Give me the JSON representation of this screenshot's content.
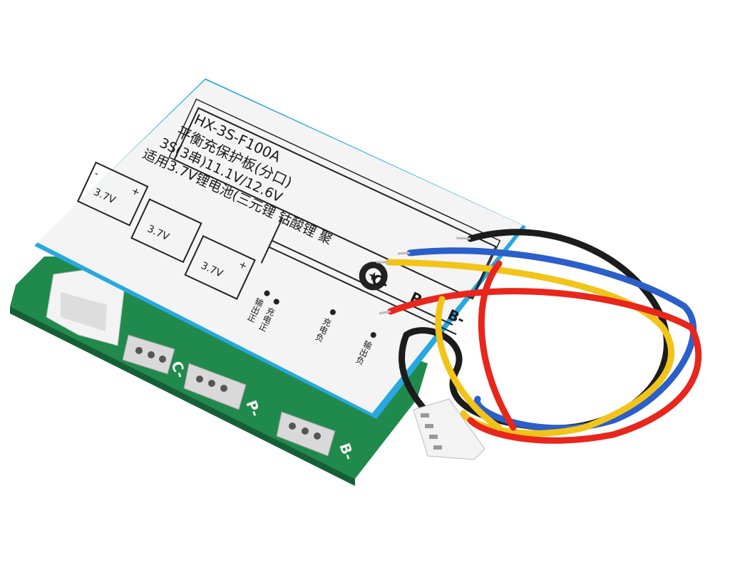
{
  "label": {
    "model": "HX-3S-F100A",
    "line1": "平衡充保护板(分口)",
    "line2": "3S(3串)11.1V/12.6V",
    "line3": "适用3.7V锂电池(三元锂 钴酸锂 聚",
    "cells": [
      "3.7V",
      "3.7V",
      "3.7V"
    ],
    "plus": "+",
    "minus": "-",
    "terminals": {
      "c": "C-",
      "p": "P-",
      "b": "B-"
    },
    "pins": {
      "out_pos": "输出正",
      "chg_pos": "充电正",
      "chg_neg": "充电负",
      "out_neg": "输出负"
    }
  },
  "pcb_silk": {
    "c": "C-",
    "p": "P-",
    "b": "B-"
  },
  "colors": {
    "pcb": "#1f8a4c",
    "label_edge": "#29a8e0",
    "wire_red": "#e8261c",
    "wire_yellow": "#f2c419",
    "wire_blue": "#2b5fc9",
    "wire_black": "#1c1c1c"
  }
}
